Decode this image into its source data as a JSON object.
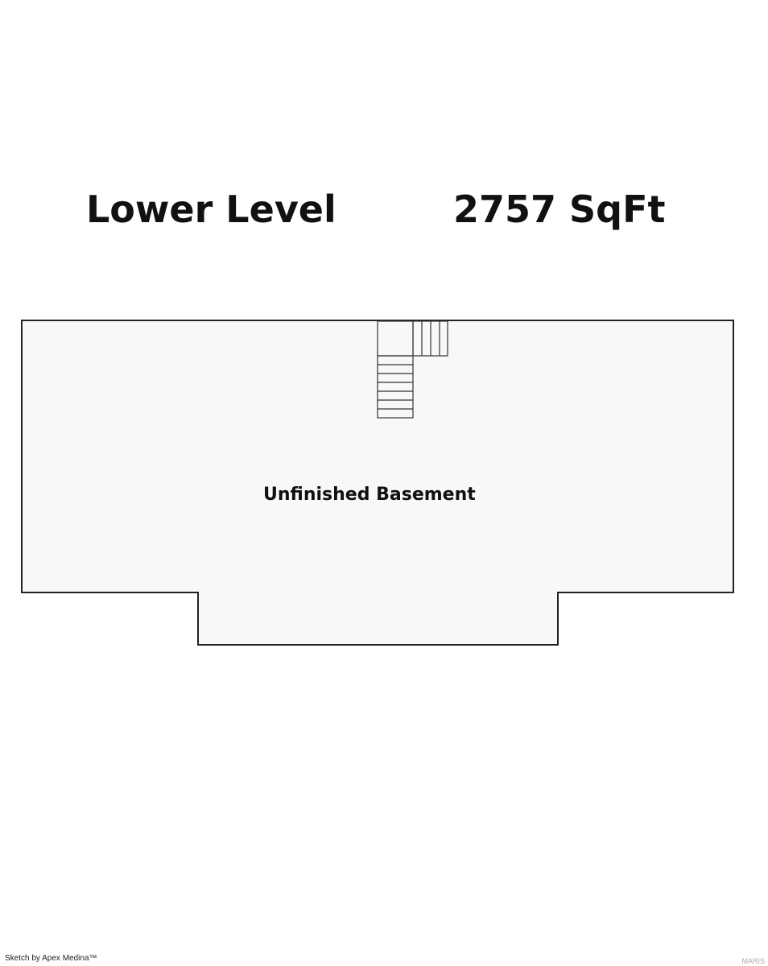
{
  "header": {
    "level_title": "Lower Level",
    "area_text": "2757 SqFt"
  },
  "floor_plan": {
    "room_label": "Unfinished Basement",
    "fill_color": "#f8f8f8",
    "line_color": "#222222"
  },
  "footer": {
    "credit": "Sketch by Apex Medina™",
    "watermark": "MARIS"
  }
}
